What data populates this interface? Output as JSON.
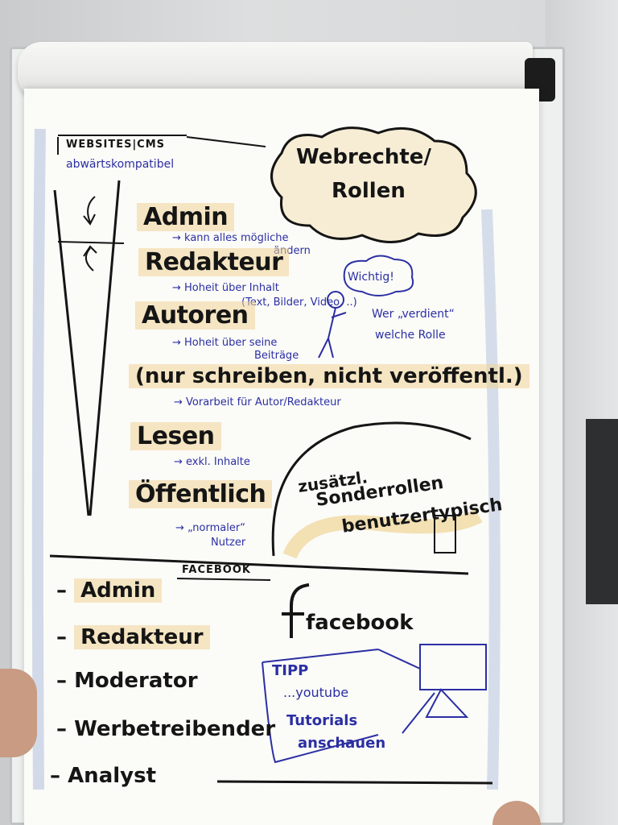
{
  "chart": {
    "header": "WEBSITES|CMS",
    "subheader": "abwärtskompatibel",
    "cloud_title_line1": "Webrechte/",
    "cloud_title_line2": "Rollen",
    "roles": [
      {
        "label": "Admin",
        "note": "→ kann alles mögliche",
        "note2": "ändern"
      },
      {
        "label": "Redakteur",
        "note": "→ Hoheit über Inhalt",
        "note2": "(Text, Bilder, Video, ..)"
      },
      {
        "label": "Autoren",
        "note": "→ Hoheit über seine",
        "note2": "Beiträge"
      },
      {
        "label": "Lesen",
        "note": "→ exkl. Inhalte",
        "note2": ""
      },
      {
        "label": "Öffentlich",
        "note": "→ „normaler“",
        "note2": "Nutzer"
      }
    ],
    "autor_detail": "(nur schreiben, nicht veröffentl.)",
    "autor_detail_note": "→ Vorarbeit für Autor/Redakteur",
    "bubble_wichtig": "Wichtig!",
    "bubble_note_line1": "Wer „verdient“",
    "bubble_note_line2": "welche Rolle",
    "special_line1": "zusätzl.",
    "special_line2": "Sonderrollen",
    "special_line3": "benutzertypisch",
    "facebook_header": "FACEBOOK",
    "facebook_logo": "facebook",
    "facebook_roles": [
      "Admin",
      "Redakteur",
      "Moderator",
      "Werbetreibender",
      "Analyst"
    ],
    "tipp_line1": "TIPP",
    "tipp_line2": "...youtube",
    "tipp_line3": "Tutorials",
    "tipp_line4": "anschauen"
  },
  "colors": {
    "ink": "#151515",
    "blue_marker": "#2b2fa3",
    "highlight": "#f0d496",
    "blue_shade": "#a9b8d9"
  }
}
